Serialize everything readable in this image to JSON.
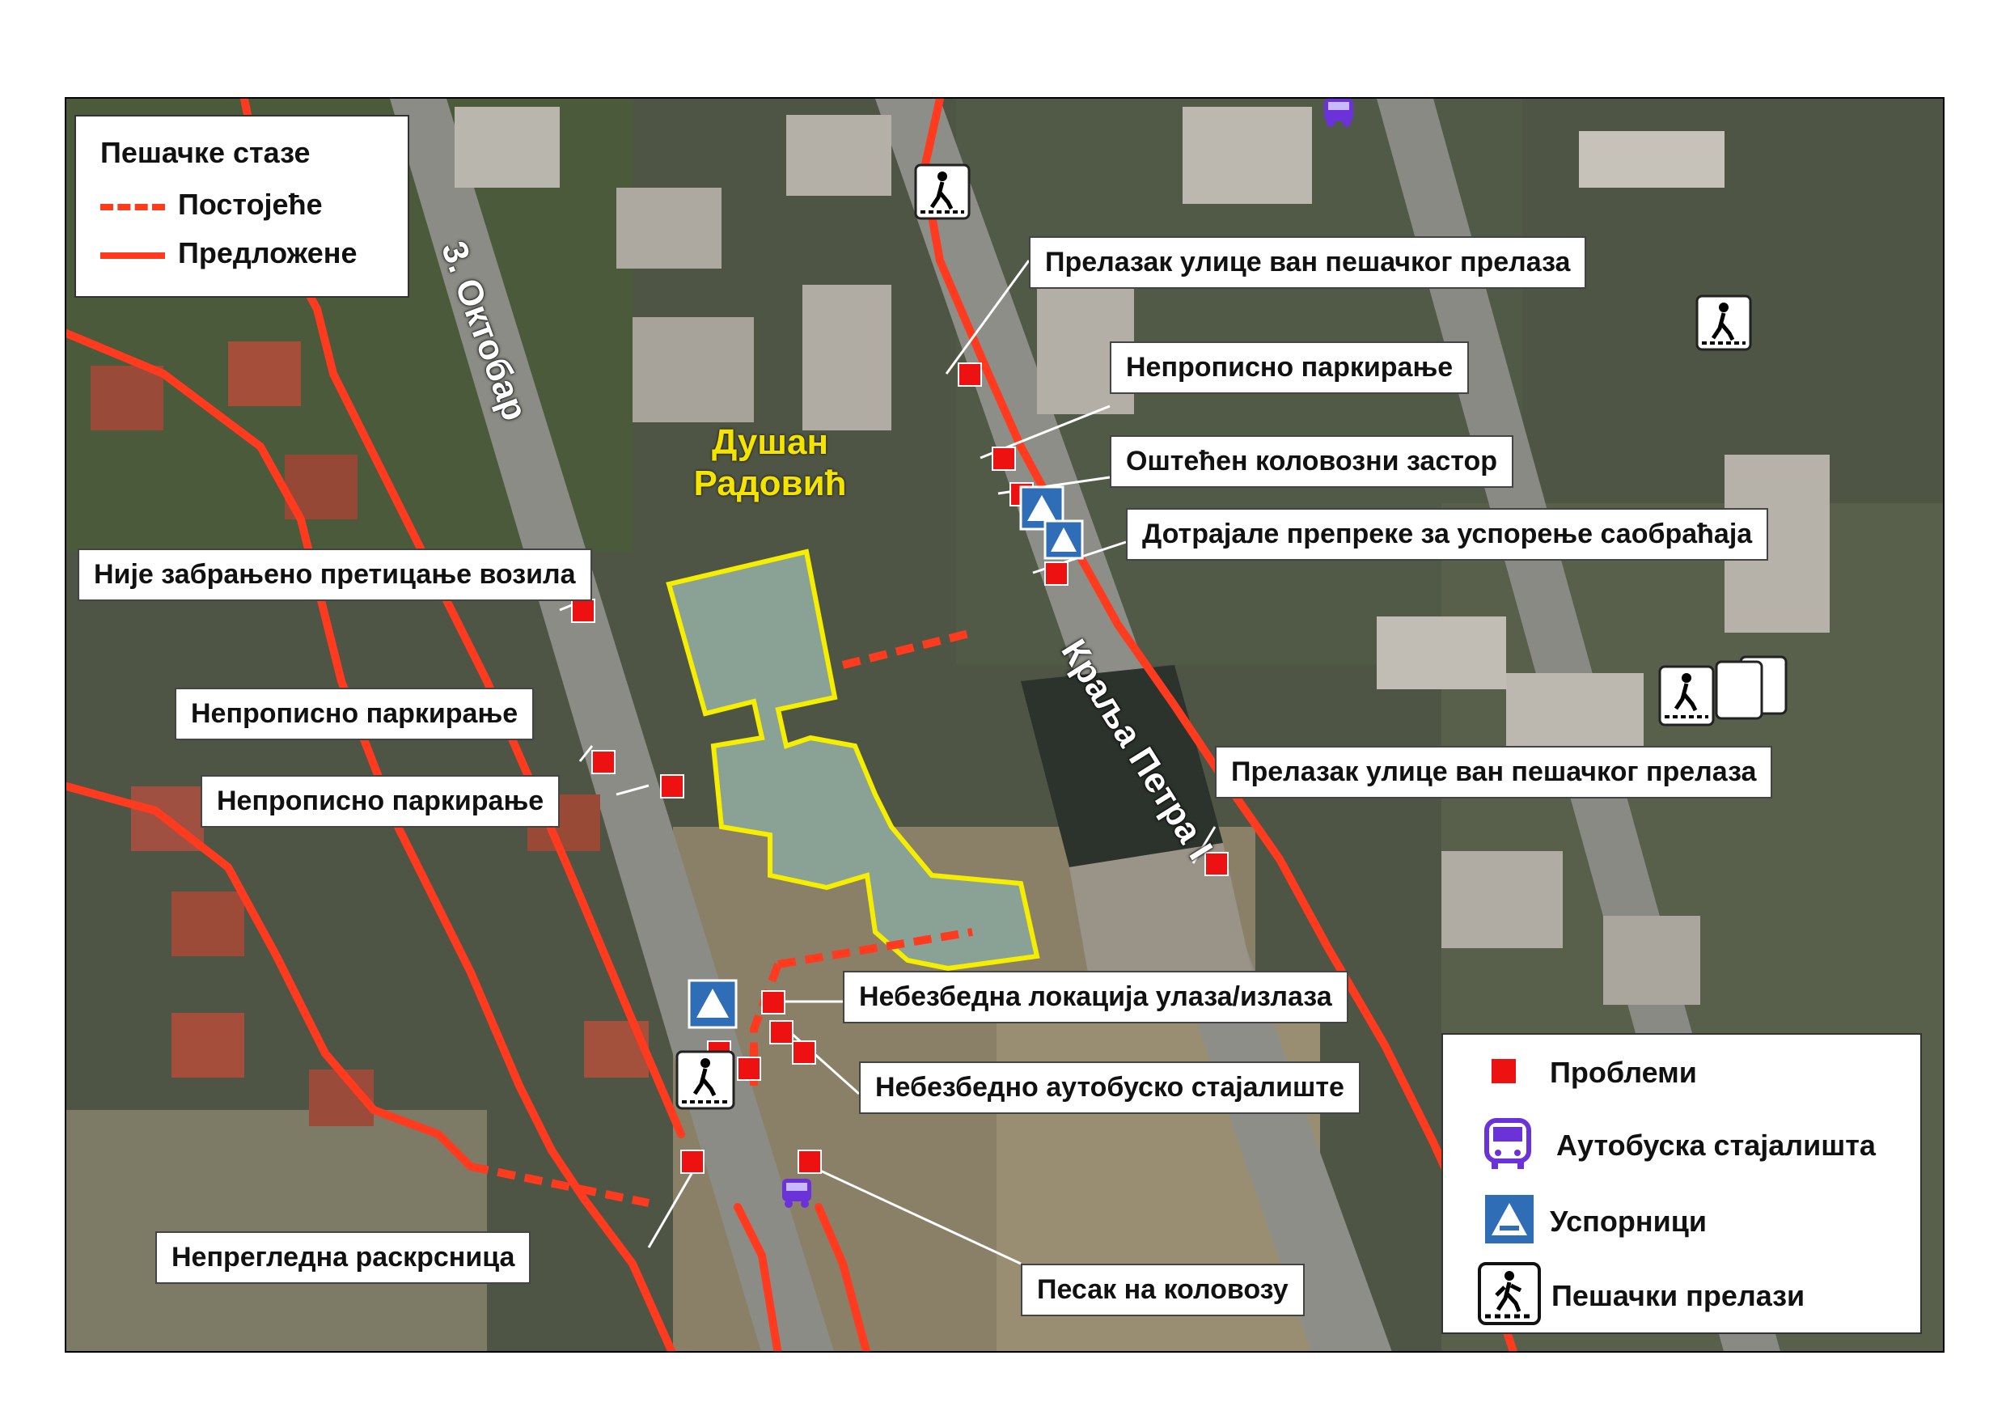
{
  "colors": {
    "path": "#ff3b1f",
    "problem": "#ee1111",
    "bus": "#6a32d8",
    "speed_bump": "#2f6eb6",
    "school_outline": "#f5ee00"
  },
  "legend_paths": {
    "title": "Пешачке стазе",
    "existing": "Постојеће",
    "proposed": "Предложене"
  },
  "legend_symbols": {
    "problems": "Проблеми",
    "bus_stops": "Аутобуска стајалишта",
    "speed_bumps": "Успорници",
    "crossings": "Пешачки прелази",
    "icons": [
      "problem-square-icon",
      "bus-icon",
      "speed-bump-icon",
      "pedestrian-crossing-icon"
    ]
  },
  "streets": {
    "oktobar": "3. Октобар",
    "kralja_petra": "Краља Петра I"
  },
  "school": {
    "line1": "Душан",
    "line2": "Радовић"
  },
  "callouts": {
    "crossing_top": "Прелазак улице ван пешачког прелаза",
    "parking_top": "Непрописно паркирање",
    "damaged_road": "Оштећен коловозни застор",
    "bumps": "Дотрајале препреке за успорење саобраћаја",
    "no_overtaking": "Није забрањено претицање возила",
    "parking_left1": "Непрописно паркирање",
    "parking_left2": "Непрописно паркирање",
    "crossing_right": "Прелазак улице ван пешачког прелаза",
    "entrance": "Небезбедна локација улаза/излаза",
    "bus_stop": "Небезбедно аутобуско стајалиште",
    "intersection": "Непрегледна раскрсница",
    "sand": "Песак на коловозу"
  }
}
